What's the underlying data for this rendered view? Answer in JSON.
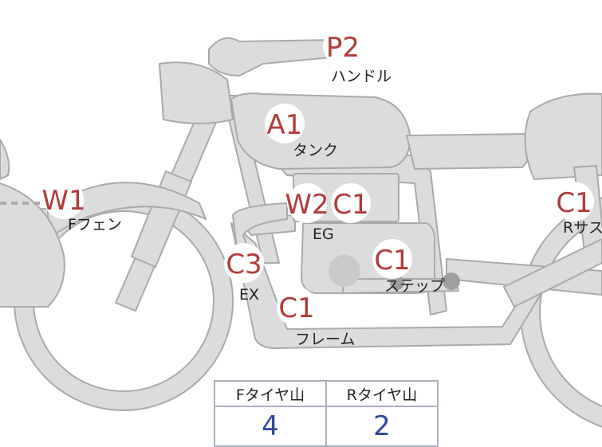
{
  "labels": {
    "handle": {
      "code": "P2",
      "name": "ハンドル"
    },
    "tank": {
      "code": "A1",
      "name": "タンク"
    },
    "front_fender": {
      "code": "W1",
      "name": "Fフェン"
    },
    "engine": {
      "codes": [
        "W2",
        "C1"
      ],
      "name": "EG"
    },
    "step": {
      "code": "C1",
      "name": "ステップ"
    },
    "exhaust": {
      "code": "C3",
      "name": "EX"
    },
    "frame": {
      "code": "C1",
      "name": "フレーム"
    },
    "rear_suspension": {
      "code": "C1",
      "name": "Rサス"
    }
  },
  "tire_table": {
    "headers": [
      "Fタイヤ山",
      "Rタイヤ山"
    ],
    "values": [
      "4",
      "2"
    ]
  },
  "colors": {
    "part_fill": "#dcdcdc",
    "part_stroke": "#a9a9a9",
    "code_text": "#b33a3a",
    "table_value": "#2c4a9c",
    "table_border": "#a9b0bd"
  }
}
